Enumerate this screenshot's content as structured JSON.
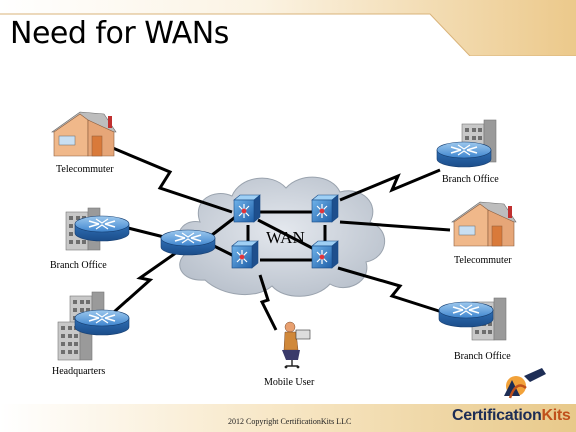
{
  "slide": {
    "title": "Need for WANs",
    "accent_color": "#e8c98a"
  },
  "nodes": {
    "telecommuter_left": "Telecommuter",
    "branch_left": "Branch Office",
    "headquarters": "Headquarters",
    "branch_top_right": "Branch Office",
    "telecommuter_right": "Telecommuter",
    "branch_bottom_right": "Branch Office",
    "mobile_user": "Mobile User"
  },
  "cloud": {
    "label": "WAN"
  },
  "footer": {
    "copyright": "2012 Copyright CertificationKits  LLC",
    "brand_part1": "Certification",
    "brand_part2": "Kits"
  }
}
